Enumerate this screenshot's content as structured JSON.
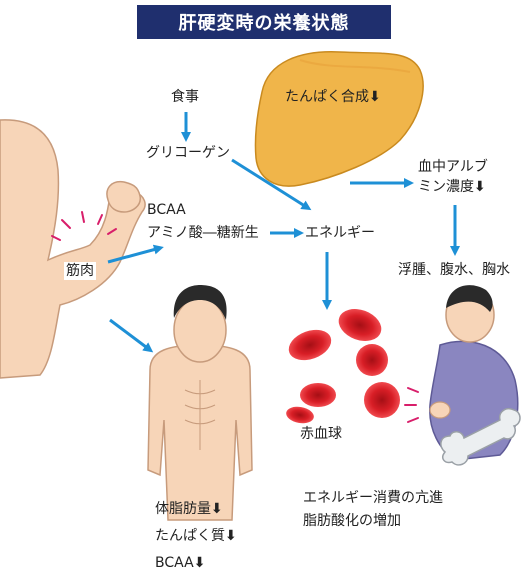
{
  "title": "肝硬変時の栄養状態",
  "labels": {
    "meal": "食事",
    "glycogen": "グリコーゲン",
    "liver_text": "たんぱく合成",
    "albumin_1": "血中アルブ",
    "albumin_2": "ミン濃度",
    "bcaa": "BCAA",
    "amino": "アミノ酸―糖新生",
    "energy": "エネルギー",
    "edema": "浮腫、腹水、胸水",
    "muscle": "筋肉",
    "rbc": "赤血球",
    "energy_note_1": "エネルギー消費の亢進",
    "energy_note_2": "脂肪酸化の増加",
    "body_fat": "体脂肪量",
    "protein_quality": "たんぱく質",
    "bcaa_low": "BCAA",
    "down_arrow": "⬇"
  },
  "colors": {
    "title_bg": "#1f2f6e",
    "arrow": "#1e90d6",
    "liver": "#f0b54a",
    "rbc": "#e0242b",
    "skin": "#f7d5b8",
    "shirt": "#8a86c0"
  },
  "icons": {
    "liver": "liver-illustration",
    "muscle": "muscle-arm-illustration",
    "rbc": "red-blood-cell-illustration",
    "thin_man": "emaciated-man-illustration",
    "patient": "ascites-patient-illustration",
    "bone": "bone-illustration"
  }
}
